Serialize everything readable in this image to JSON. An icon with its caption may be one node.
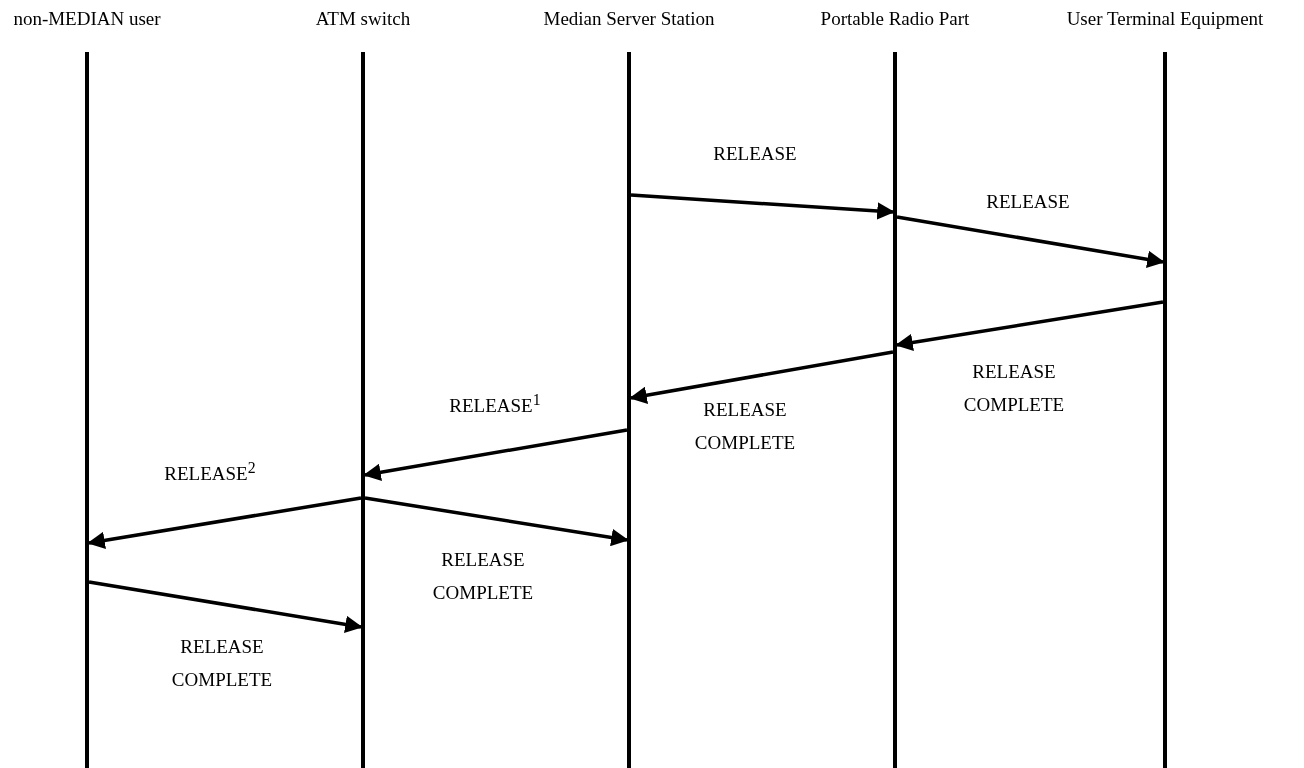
{
  "diagram": {
    "nodes": [
      {
        "text": [
          "non-MEDIAN user"
        ]
      },
      {
        "text": [
          "ATM switch"
        ]
      },
      {
        "text": [
          "Median Server Station"
        ]
      },
      {
        "text": [
          "Portable Radio Part"
        ]
      },
      {
        "text": [
          "User Terminal Equipment"
        ]
      }
    ],
    "edges": [
      {
        "from": 2,
        "to": 3,
        "arrow": "to",
        "label": "RELEASE"
      },
      {
        "from": 3,
        "to": 4,
        "arrow": "to",
        "label": "RELEASE"
      },
      {
        "from": 4,
        "to": 3,
        "arrow": "to",
        "label": "RELEASE COMPLETE"
      },
      {
        "from": 3,
        "to": 2,
        "arrow": "to",
        "label": "RELEASE COMPLETE"
      },
      {
        "from": 2,
        "to": 1,
        "arrow": "to",
        "label": "RELEASE$^{1}$"
      },
      {
        "from": 1,
        "to": 0,
        "arrow": "to",
        "label": "RELEASE$^{2}$"
      },
      {
        "from": 1,
        "to": 2,
        "arrow": "to",
        "label": "RELEASE COMPLETE"
      },
      {
        "from": 0,
        "to": 1,
        "arrow": "to",
        "label": "RELEASE COMPLETE"
      }
    ]
  }
}
